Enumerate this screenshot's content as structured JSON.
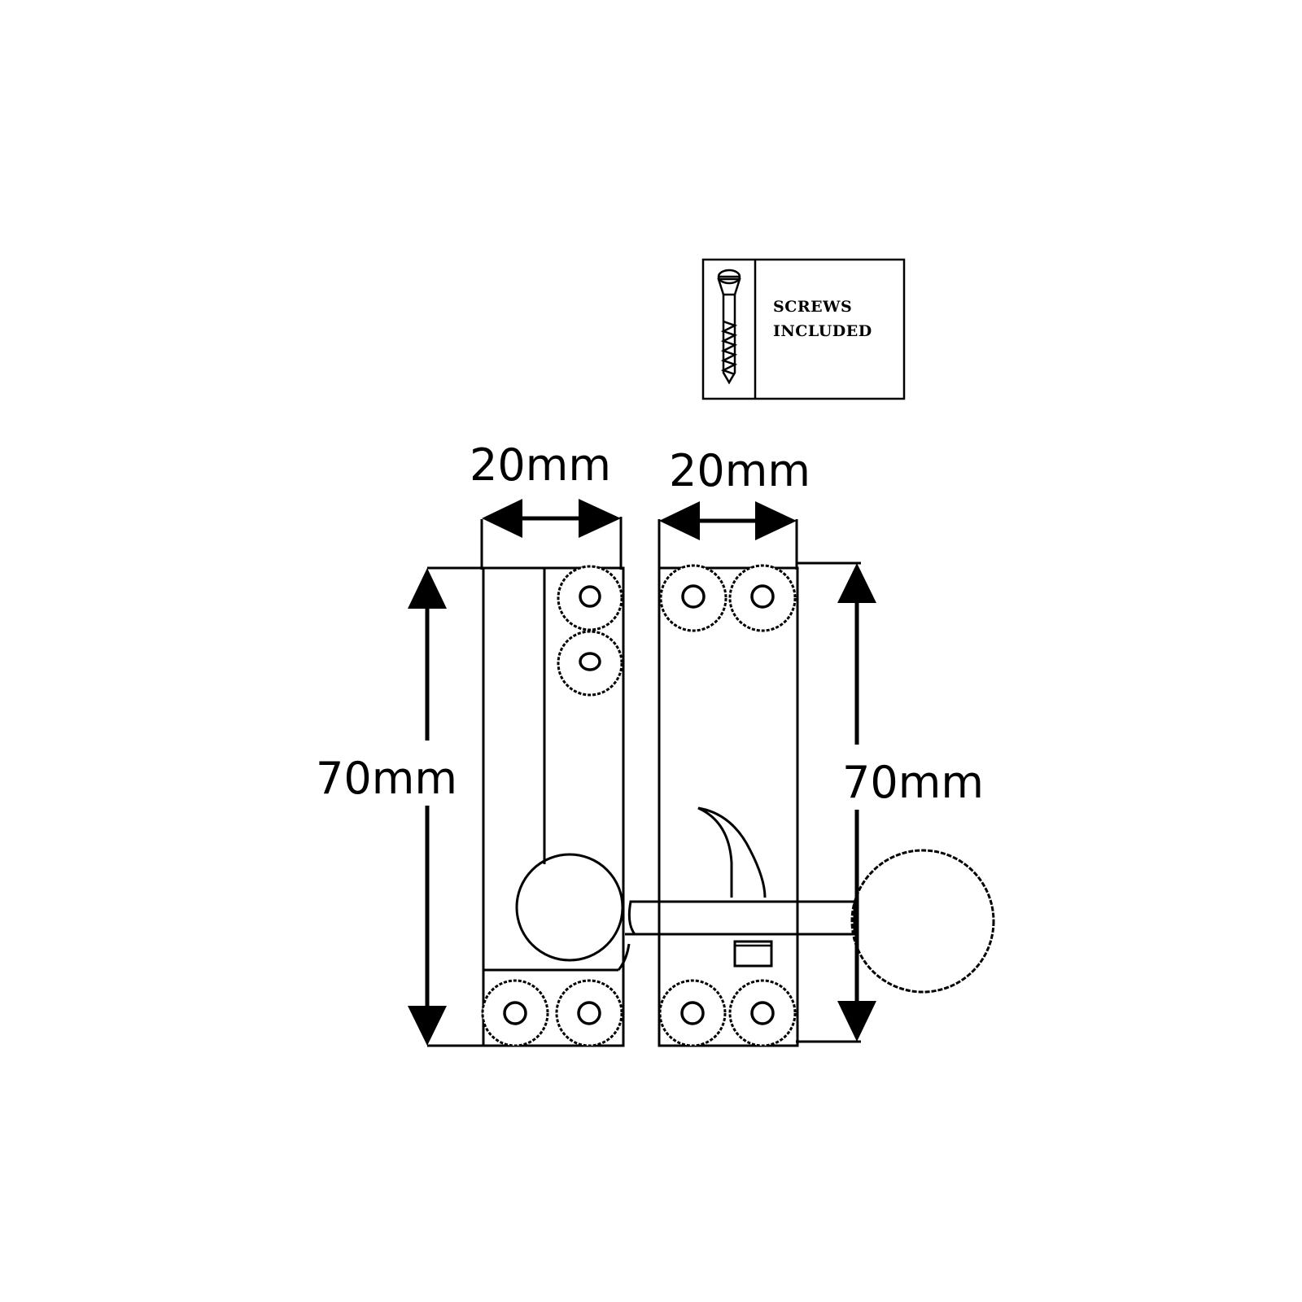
{
  "screws_box": {
    "line1": "SCREWS",
    "line2": "INCLUDED"
  },
  "dimensions": {
    "left_width": "20mm",
    "right_width": "20mm",
    "left_height": "70mm",
    "right_height": "70mm"
  }
}
